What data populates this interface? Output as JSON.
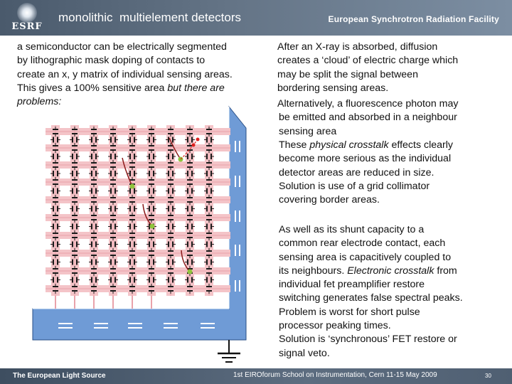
{
  "header": {
    "logo_text": "ESRF",
    "title": "monolithic  multielement detectors",
    "org_name": "European Synchrotron Radiation Facility"
  },
  "left_text": {
    "lines": [
      "a semiconductor can be electrically segmented",
      "by lithographic mask doping of contacts to",
      "create an x, y matrix of individual sensing areas.",
      "This gives a 100% sensitive area "
    ],
    "italic_end_1": "but there are",
    "italic_end_2": "problems:"
  },
  "right_text_1": {
    "p1": [
      "After an X-ray is absorbed, diffusion",
      "creates a ‘cloud’ of electric charge which",
      "may be split the signal between",
      "bordering sensing areas."
    ],
    "p2": [
      "Alternatively, a fluorescence photon may",
      "be emitted and absorbed in a neighbour",
      "sensing area"
    ],
    "p3_start": "These ",
    "p3_italic": "physical crosstalk",
    "p3_end": " effects clearly",
    "p3_rest": [
      "become more serious as the individual",
      "detector areas are  reduced in size."
    ],
    "p4": [
      "Solution is use of a grid collimator",
      "covering border areas."
    ]
  },
  "right_text_2": {
    "lines_a": [
      "As well as its shunt capacity to a",
      "common rear electrode contact, each",
      "sensing area is capacitively coupled to",
      "its neighbours. "
    ],
    "italic": "Electronic crosstalk",
    "after_italic": " from",
    "lines_b": [
      "individual fet preamplifier restore",
      "switching generates false spectral peaks.",
      "Problem is worst for short pulse",
      "processor peaking times.",
      "Solution is ‘synchronous’ FET restore or",
      "signal veto."
    ]
  },
  "colors": {
    "grid": "#f4c4c8",
    "rear_plate": "#6f9bd6",
    "capacitor": "#1a1a1a",
    "track": "#8b1a1a",
    "absorb_point": "#8fc43c",
    "emit_point": "#e0201e"
  },
  "footer": {
    "left": "The European Light Source",
    "center": "1st EIROforum School on Instrumentation, Cern 11-15 May 2009",
    "page": "30"
  }
}
